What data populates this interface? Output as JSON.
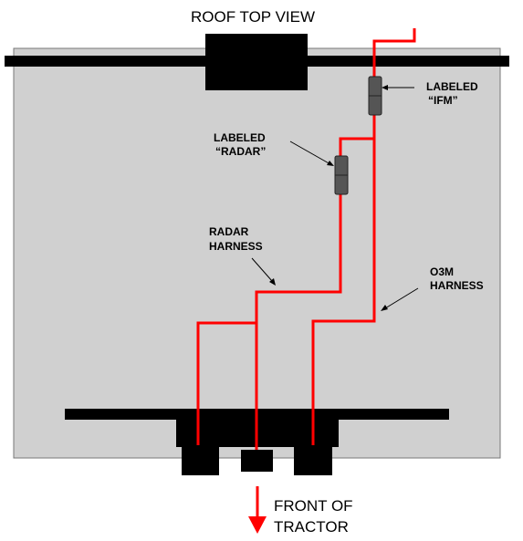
{
  "title": "ROOF TOP VIEW",
  "labels": {
    "ifm_line1": "LABELED",
    "ifm_line2": "“IFM”",
    "radar_line1": "LABELED",
    "radar_line2": "“RADAR”",
    "radar_harness_line1": "RADAR",
    "radar_harness_line2": "HARNESS",
    "o3m_harness_line1": "O3M",
    "o3m_harness_line2": "HARNESS",
    "front_line1": "FRONT OF",
    "front_line2": "TRACTOR"
  },
  "colors": {
    "roof": "#d0d0d0",
    "harness": "#ff0000",
    "bars": "#000000",
    "connector": "#555555"
  }
}
